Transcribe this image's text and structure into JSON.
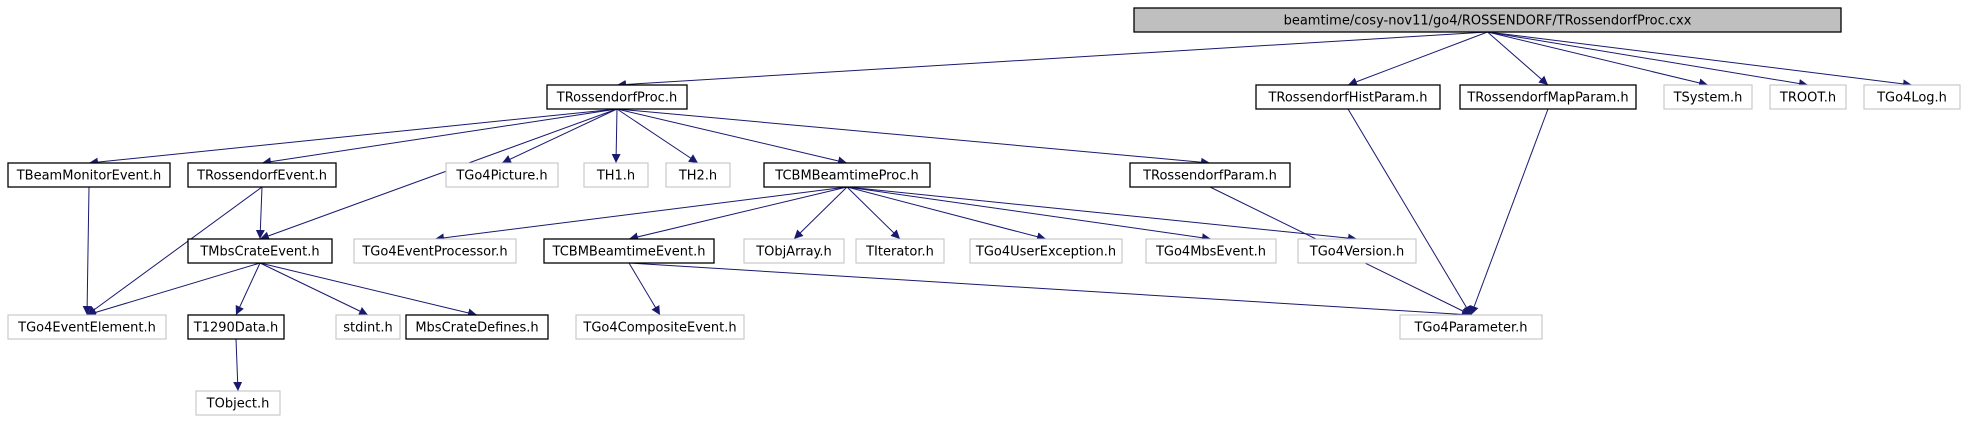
{
  "colors": {
    "edge": "#191970",
    "box_solid": "#000000",
    "box_faded": "#bfbfbf",
    "root_fill": "#bfbfbf",
    "text": "#000000"
  },
  "nodes": [
    {
      "id": "root",
      "label": "beamtime/cosy-nov11/go4/ROSSENDORF/TRossendorfProc.cxx",
      "style": "root"
    },
    {
      "id": "proc",
      "label": "TRossendorfProc.h",
      "style": "solid"
    },
    {
      "id": "histparam",
      "label": "TRossendorfHistParam.h",
      "style": "solid"
    },
    {
      "id": "mapparam",
      "label": "TRossendorfMapParam.h",
      "style": "solid"
    },
    {
      "id": "tsystem",
      "label": "TSystem.h",
      "style": "faded"
    },
    {
      "id": "troot",
      "label": "TROOT.h",
      "style": "faded"
    },
    {
      "id": "go4log",
      "label": "TGo4Log.h",
      "style": "faded"
    },
    {
      "id": "beammon",
      "label": "TBeamMonitorEvent.h",
      "style": "solid"
    },
    {
      "id": "rossevent",
      "label": "TRossendorfEvent.h",
      "style": "solid"
    },
    {
      "id": "go4picture",
      "label": "TGo4Picture.h",
      "style": "faded"
    },
    {
      "id": "th1",
      "label": "TH1.h",
      "style": "faded"
    },
    {
      "id": "th2",
      "label": "TH2.h",
      "style": "faded"
    },
    {
      "id": "cbmproc",
      "label": "TCBMBeamtimeProc.h",
      "style": "solid"
    },
    {
      "id": "rossparam",
      "label": "TRossendorfParam.h",
      "style": "solid"
    },
    {
      "id": "mbscrate",
      "label": "TMbsCrateEvent.h",
      "style": "solid"
    },
    {
      "id": "go4evproc",
      "label": "TGo4EventProcessor.h",
      "style": "faded"
    },
    {
      "id": "cbmevent",
      "label": "TCBMBeamtimeEvent.h",
      "style": "solid"
    },
    {
      "id": "tobjarray",
      "label": "TObjArray.h",
      "style": "faded"
    },
    {
      "id": "titerator",
      "label": "TIterator.h",
      "style": "faded"
    },
    {
      "id": "go4userexc",
      "label": "TGo4UserException.h",
      "style": "faded"
    },
    {
      "id": "go4mbsevent",
      "label": "TGo4MbsEvent.h",
      "style": "faded"
    },
    {
      "id": "go4version",
      "label": "TGo4Version.h",
      "style": "faded"
    },
    {
      "id": "go4evelem",
      "label": "TGo4EventElement.h",
      "style": "faded"
    },
    {
      "id": "t1290",
      "label": "T1290Data.h",
      "style": "solid"
    },
    {
      "id": "stdint",
      "label": "stdint.h",
      "style": "faded"
    },
    {
      "id": "mbsdefines",
      "label": "MbsCrateDefines.h",
      "style": "solid"
    },
    {
      "id": "go4composite",
      "label": "TGo4CompositeEvent.h",
      "style": "faded"
    },
    {
      "id": "go4param",
      "label": "TGo4Parameter.h",
      "style": "faded"
    },
    {
      "id": "tobject",
      "label": "TObject.h",
      "style": "faded"
    }
  ],
  "edges": [
    [
      "root",
      "proc"
    ],
    [
      "root",
      "histparam"
    ],
    [
      "root",
      "mapparam"
    ],
    [
      "root",
      "tsystem"
    ],
    [
      "root",
      "troot"
    ],
    [
      "root",
      "go4log"
    ],
    [
      "proc",
      "beammon"
    ],
    [
      "proc",
      "rossevent"
    ],
    [
      "proc",
      "mbscrate"
    ],
    [
      "proc",
      "go4picture"
    ],
    [
      "proc",
      "th1"
    ],
    [
      "proc",
      "th2"
    ],
    [
      "proc",
      "cbmproc"
    ],
    [
      "proc",
      "rossparam"
    ],
    [
      "histparam",
      "go4param"
    ],
    [
      "mapparam",
      "go4param"
    ],
    [
      "beammon",
      "go4evelem"
    ],
    [
      "rossevent",
      "mbscrate"
    ],
    [
      "rossevent",
      "go4evelem"
    ],
    [
      "cbmproc",
      "go4evproc"
    ],
    [
      "cbmproc",
      "cbmevent"
    ],
    [
      "cbmproc",
      "tobjarray"
    ],
    [
      "cbmproc",
      "titerator"
    ],
    [
      "cbmproc",
      "go4userexc"
    ],
    [
      "cbmproc",
      "go4mbsevent"
    ],
    [
      "cbmproc",
      "go4version"
    ],
    [
      "rossparam",
      "go4param"
    ],
    [
      "mbscrate",
      "go4evelem"
    ],
    [
      "mbscrate",
      "t1290"
    ],
    [
      "mbscrate",
      "stdint"
    ],
    [
      "mbscrate",
      "mbsdefines"
    ],
    [
      "cbmevent",
      "go4composite"
    ],
    [
      "cbmevent",
      "go4param"
    ],
    [
      "t1290",
      "tobject"
    ]
  ]
}
